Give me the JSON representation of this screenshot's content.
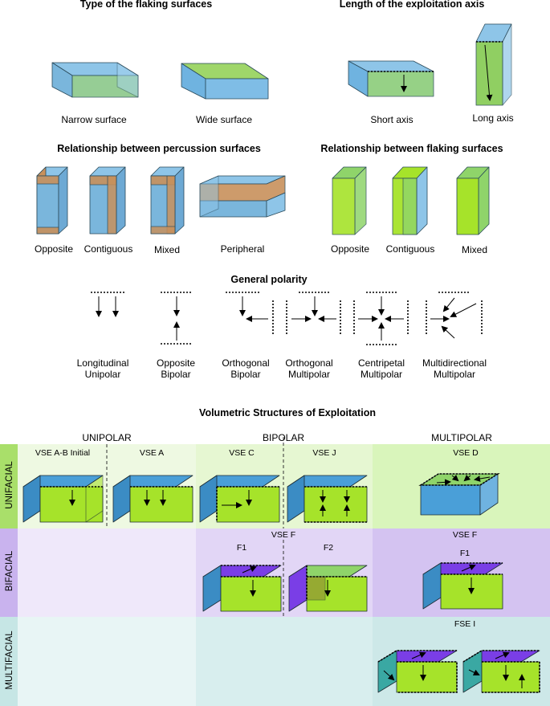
{
  "sections": {
    "flaking_type": {
      "title": "Type of the flaking surfaces",
      "labels": [
        "Narrow surface",
        "Wide surface"
      ]
    },
    "exploitation_axis": {
      "title": "Length of the exploitation axis",
      "labels": [
        "Short axis",
        "Long axis"
      ]
    },
    "percussion_relationship": {
      "title": "Relationship between percussion surfaces",
      "labels": [
        "Opposite",
        "Contiguous",
        "Mixed",
        "Peripheral"
      ]
    },
    "flaking_relationship": {
      "title": "Relationship between flaking surfaces",
      "labels": [
        "Opposite",
        "Contiguous",
        "Mixed"
      ]
    },
    "polarity": {
      "title": "General polarity",
      "categories": [
        {
          "line1": "Longitudinal",
          "line2": "Unipolar"
        },
        {
          "line1": "Opposite",
          "line2": "Bipolar"
        },
        {
          "line1": "Orthogonal",
          "line2": "Bipolar"
        },
        {
          "line1": "Orthogonal",
          "line2": "Multipolar"
        },
        {
          "line1": "Centripetal",
          "line2": "Multipolar"
        },
        {
          "line1": "Multidirectional",
          "line2": "Multipolar"
        }
      ]
    },
    "vse": {
      "title": "Volumetric Structures of Exploitation",
      "columns": [
        "UNIPOLAR",
        "BIPOLAR",
        "MULTIPOLAR"
      ],
      "rows": [
        "UNIFACIAL",
        "BIFACIAL",
        "MULTIFACIAL"
      ],
      "cells": {
        "vse_ab_initial": "VSE A-B Initial",
        "vse_a": "VSE A",
        "vse_c": "VSE C",
        "vse_j": "VSE J",
        "vse_d": "VSE D",
        "vse_f_bipolar": "VSE F",
        "f1": "F1",
        "f2": "F2",
        "vse_f_multipolar": "VSE F",
        "f1_multipolar": "F1",
        "fse_i": "FSE I"
      }
    }
  },
  "colors": {
    "blue": "#4a9fd8",
    "light_blue": "#8ec5e8",
    "green": "#a6e32a",
    "light_green": "#8fd46a",
    "purple": "#7a3ee6",
    "orange": "#c8915c",
    "row_unifacial": "#e9f7d6",
    "row_bifacial": "#ece3f7",
    "row_multifacial": "#d8eeee"
  }
}
